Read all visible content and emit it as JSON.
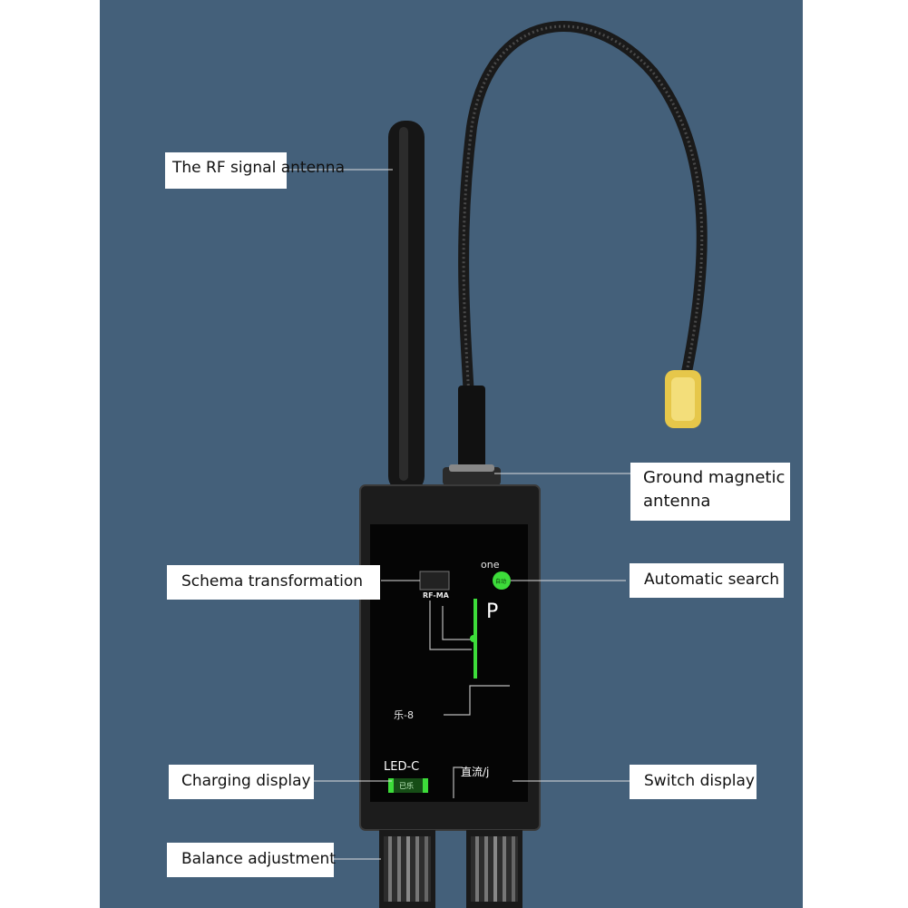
{
  "labels": {
    "rf_antenna": "The RF signal antenna",
    "ground_antenna_line1": "Ground magnetic",
    "ground_antenna_line2": "antenna",
    "schema": "Schema transformation",
    "auto_search": "Automatic search",
    "charging": "Charging display",
    "switch_display": "Switch display",
    "balance": "Balance adjustment"
  },
  "device_panel": {
    "one": "one",
    "rf_ma": "RF-MA",
    "p": "P",
    "led_text": "乐-8",
    "led_c": "LED-C",
    "dc": "直流/j",
    "green_btn": "自动",
    "charge_tag": "已乐"
  },
  "colors": {
    "background": "#44607a",
    "device_body": "#1c1c1c",
    "led_green": "#3ddc3a",
    "antenna_tip": "#e6c74a"
  }
}
